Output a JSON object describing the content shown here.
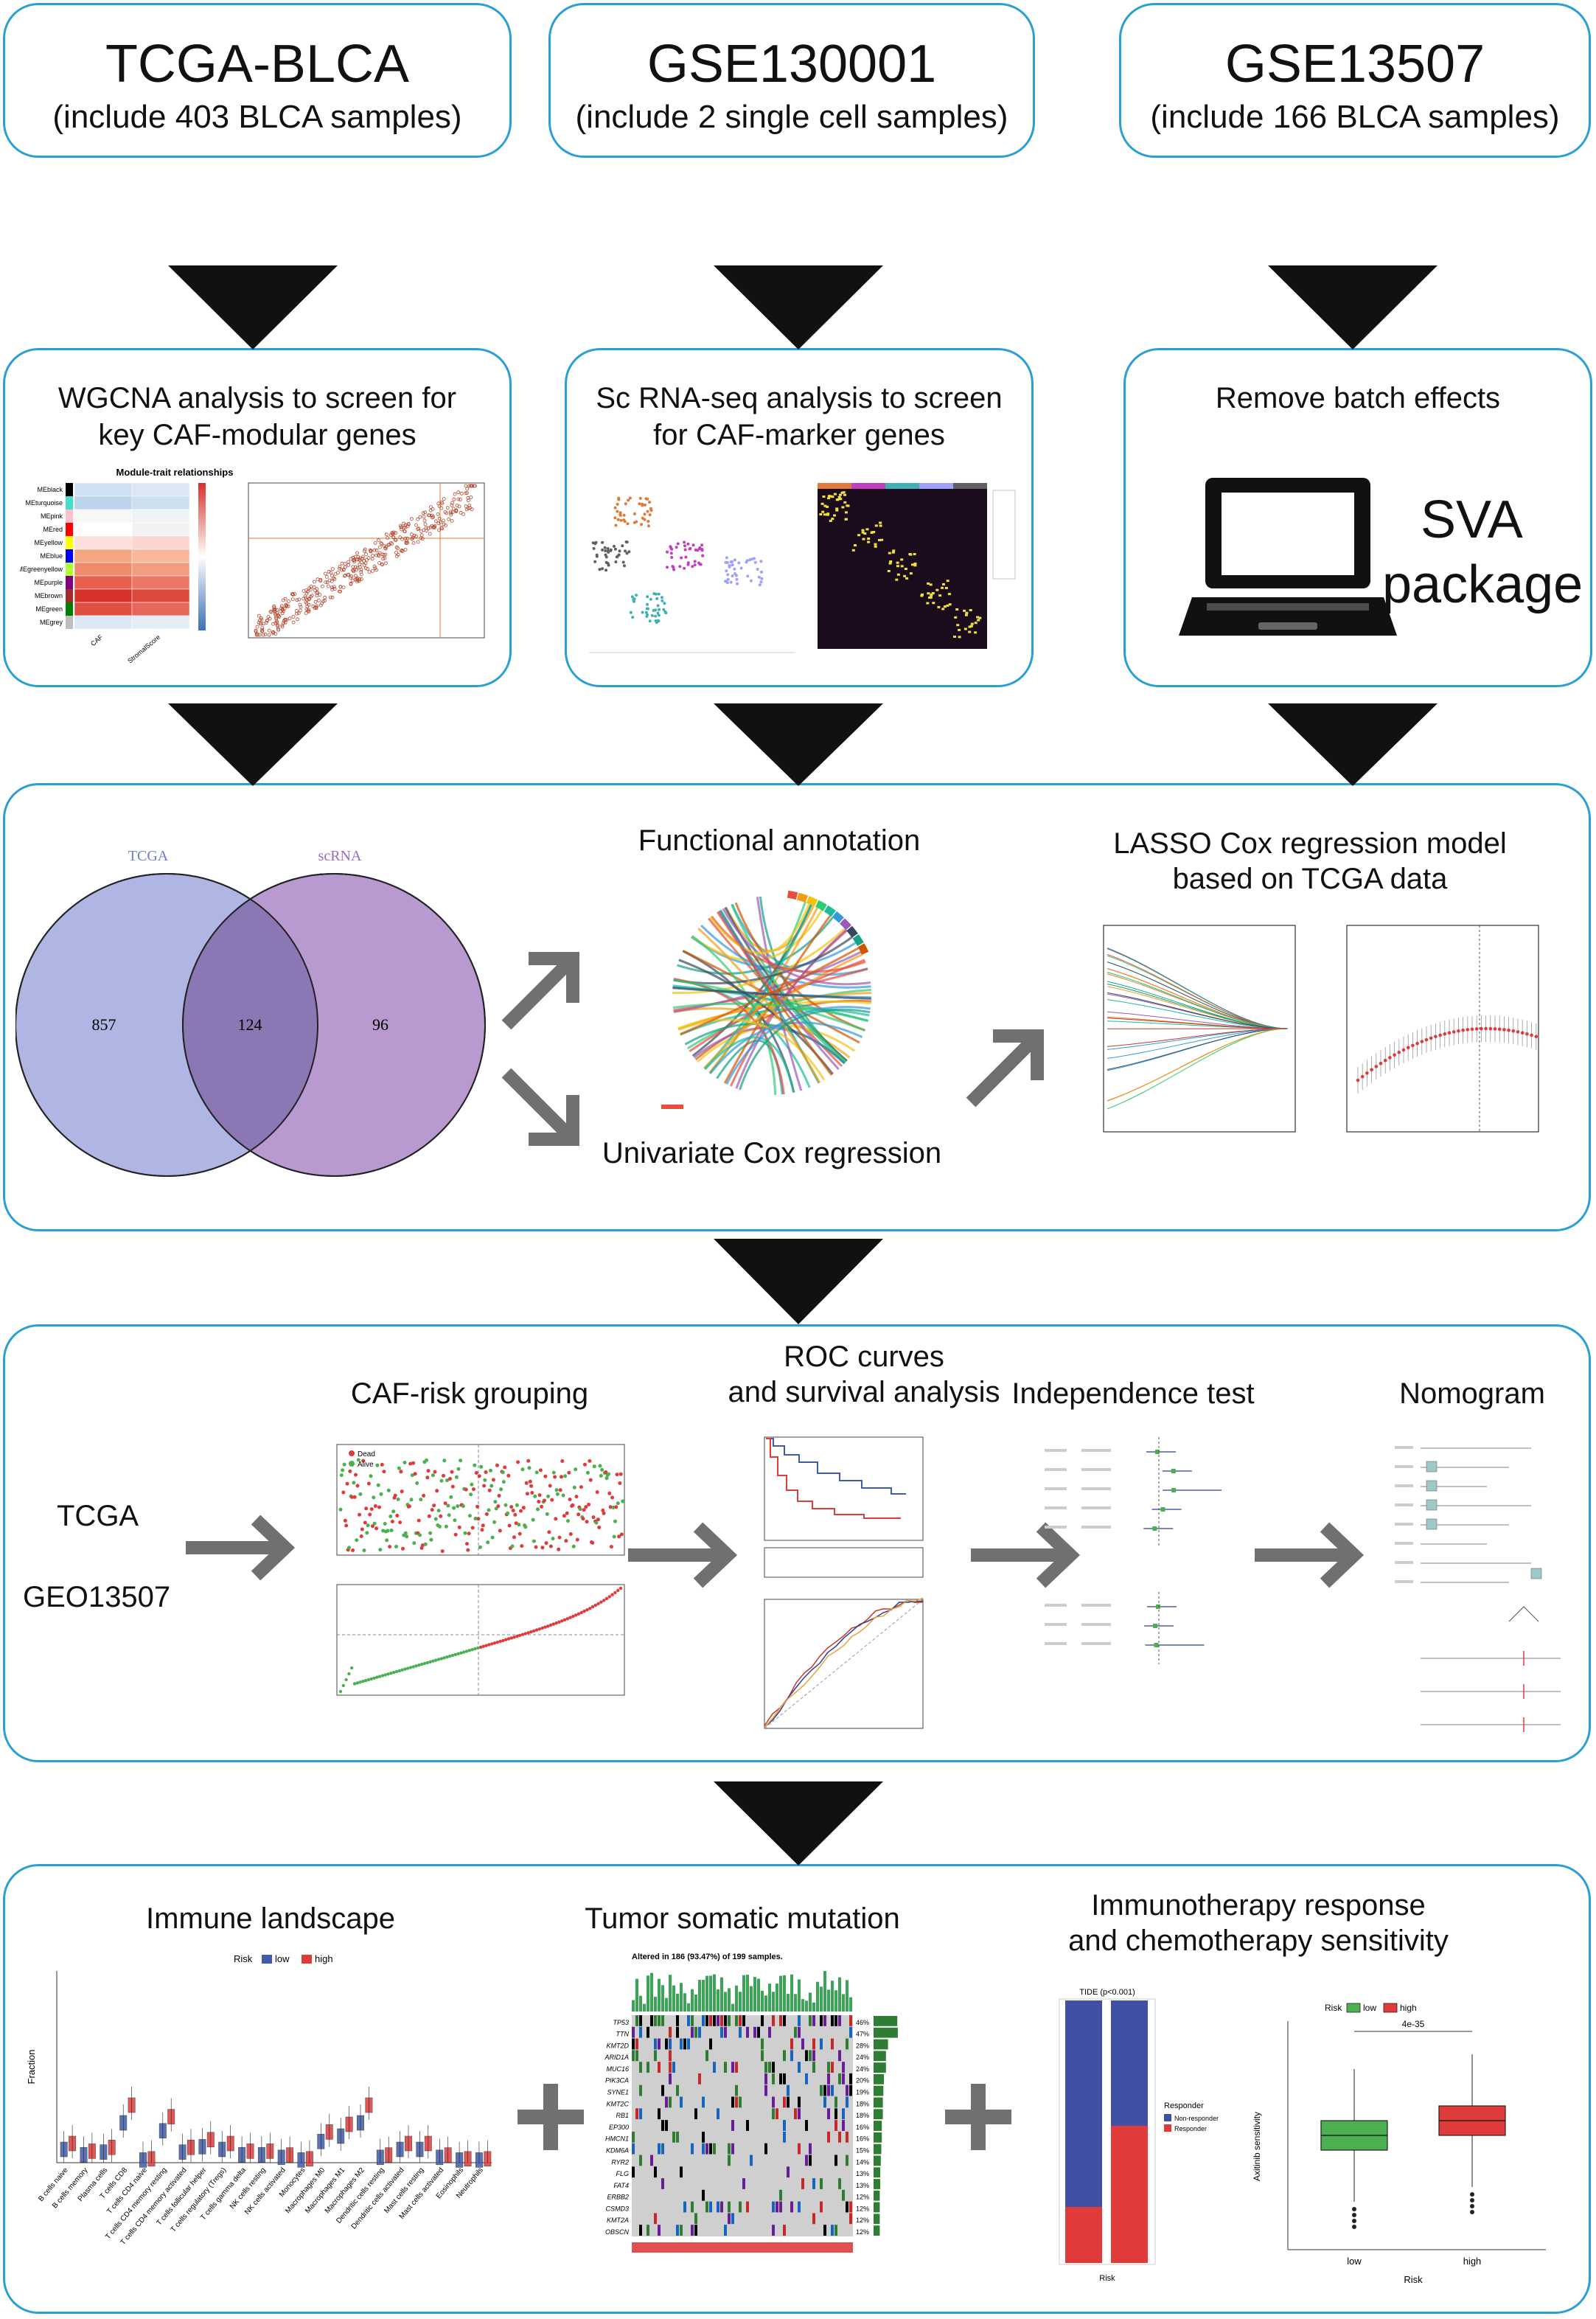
{
  "sources": [
    {
      "title": "TCGA-BLCA",
      "subtitle": "(include 403 BLCA samples)"
    },
    {
      "title": "GSE130001",
      "subtitle": "(include 2 single cell samples)"
    },
    {
      "title": "GSE13507",
      "subtitle": "(include 166 BLCA samples)"
    }
  ],
  "row2": {
    "wgcna_label_1": "WGCNA analysis to screen for",
    "wgcna_label_2": "key CAF-modular genes",
    "wgcna_heatmap_title": "Module-trait relationships",
    "wgcna_modules": [
      "MEblack",
      "MEturquoise",
      "MEpink",
      "MEred",
      "MEyellow",
      "MEblue",
      "MEgreenyellow",
      "MEpurple",
      "MEbrown",
      "MEgreen",
      "MEgrey"
    ],
    "wgcna_colors": [
      "#000000",
      "#40e0d0",
      "#ffc0cb",
      "#ff0000",
      "#ffff00",
      "#0000ff",
      "#adff2f",
      "#800080",
      "#a52a2a",
      "#008000",
      "#bebebe"
    ],
    "wgcna_xcols": [
      "CAF",
      "StromalScore"
    ],
    "sc_label_1": "Sc RNA-seq analysis to screen",
    "sc_label_2": "for CAF-marker genes",
    "sva_label": "Remove batch effects",
    "sva_text_1": "SVA",
    "sva_text_2": "package"
  },
  "row3": {
    "venn_left_title": "TCGA",
    "venn_right_title": "scRNA",
    "venn_left": "857",
    "venn_mid": "124",
    "venn_right": "96",
    "functional": "Functional annotation",
    "univariate": "Univariate Cox regression",
    "lasso_1": "LASSO Cox regression model",
    "lasso_2": "based on TCGA data"
  },
  "row4": {
    "tcga": "TCGA",
    "geo": "GEO13507",
    "caf_risk": "CAF-risk grouping",
    "roc_1": "ROC curves",
    "roc_2": "and survival analysis",
    "independence": "Independence test",
    "nomogram": "Nomogram",
    "risk_legend": [
      "Dead",
      "Alive"
    ]
  },
  "row5": {
    "immune": "Immune landscape",
    "mutation": "Tumor somatic mutation",
    "mutation_header": "Altered in 186 (93.47%) of 199 samples.",
    "mutation_genes": [
      "TP53",
      "TTN",
      "KMT2D",
      "ARID1A",
      "MUC16",
      "PIK3CA",
      "SYNE1",
      "KMT2C",
      "RB1",
      "EP300",
      "HMCN1",
      "KDM6A",
      "RYR2",
      "FLG",
      "FAT4",
      "ERBB2",
      "CSMD3",
      "KMT2A",
      "OBSCN"
    ],
    "mutation_pcts": [
      "46%",
      "47%",
      "28%",
      "24%",
      "24%",
      "20%",
      "19%",
      "18%",
      "18%",
      "16%",
      "16%",
      "15%",
      "14%",
      "13%",
      "13%",
      "12%",
      "12%",
      "12%",
      "12%"
    ],
    "immuno_1": "Immunotherapy response",
    "immuno_2": "and chemotherapy sensitivity",
    "immune_risk_legend": "Risk",
    "immune_low": "low",
    "immune_high": "high",
    "tide_title": "TIDE (p<0.001)",
    "responder_title": "Responder",
    "responder_items": [
      "Non-responder",
      "Responder"
    ],
    "xlabel_risk": "Risk",
    "sens_pvalue": "4e-35",
    "sens_ylabel": "Axitinib sensitivity",
    "fraction_label": "Fraction",
    "immune_cells": [
      "B cells naive",
      "B cells memory",
      "Plasma cells",
      "T cells CD8",
      "T cells CD4 naive",
      "T cells CD4 memory resting",
      "T cells CD4 memory activated",
      "T cells follicular helper",
      "T cells regulatory (Tregs)",
      "T cells gamma delta",
      "NK cells resting",
      "NK cells activated",
      "Monocytes",
      "Macrophages M0",
      "Macrophages M1",
      "Macrophages M2",
      "Dendritic cells resting",
      "Dendritic cells activated",
      "Mast cells resting",
      "Mast cells activated",
      "Eosinophils",
      "Neutrophils"
    ]
  },
  "colors": {
    "border": "#2a9fd6",
    "arrow": "#111111",
    "grey_arrow": "#707070",
    "venn_left": "#b0b6e3",
    "venn_right": "#b99ad0",
    "venn_overlap": "#8a77b4",
    "low": "#3f5ba9",
    "high": "#e03a3a",
    "green": "#4caf50"
  }
}
